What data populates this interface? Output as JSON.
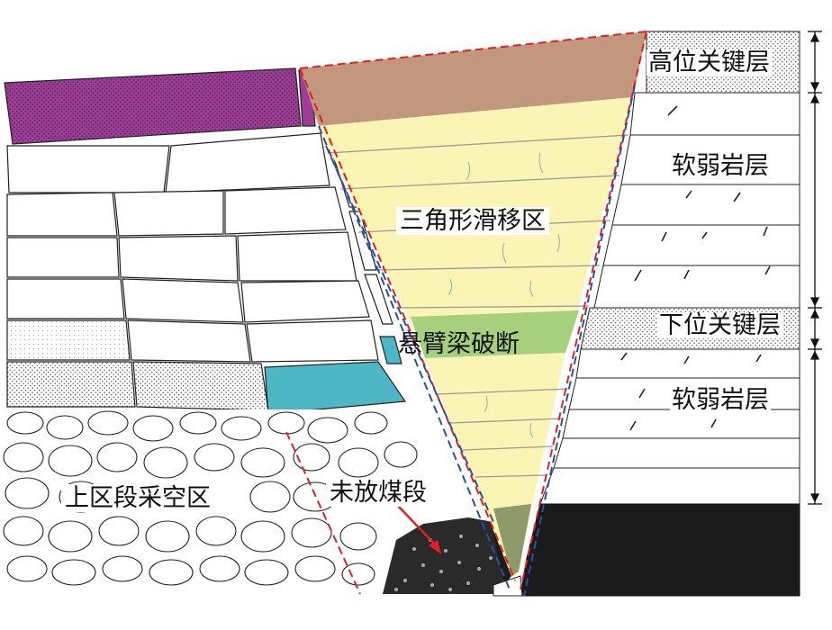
{
  "labels": {
    "high_key_stratum": "高位关键层",
    "soft_rock_upper": "软弱岩层",
    "low_key_stratum": "下位关键层",
    "soft_rock_lower": "软弱岩层",
    "triangle_slip_zone": "三角形滑移区",
    "cantilever_break": "悬臂梁破断",
    "upper_goaf": "上区段采空区",
    "unmined_coal": "未放煤段"
  },
  "colors": {
    "high_key_purple": "#9c3d96",
    "slip_brown": "#c2977e",
    "slip_yellow": "#faf5b4",
    "beam_green": "#a6d07e",
    "cyan_block": "#4eb7c6",
    "coal_black": "#1c1b1b",
    "red_dashed": "#e02020",
    "blue_dashed": "#2a4f9e",
    "arrow_red": "#e02020"
  }
}
